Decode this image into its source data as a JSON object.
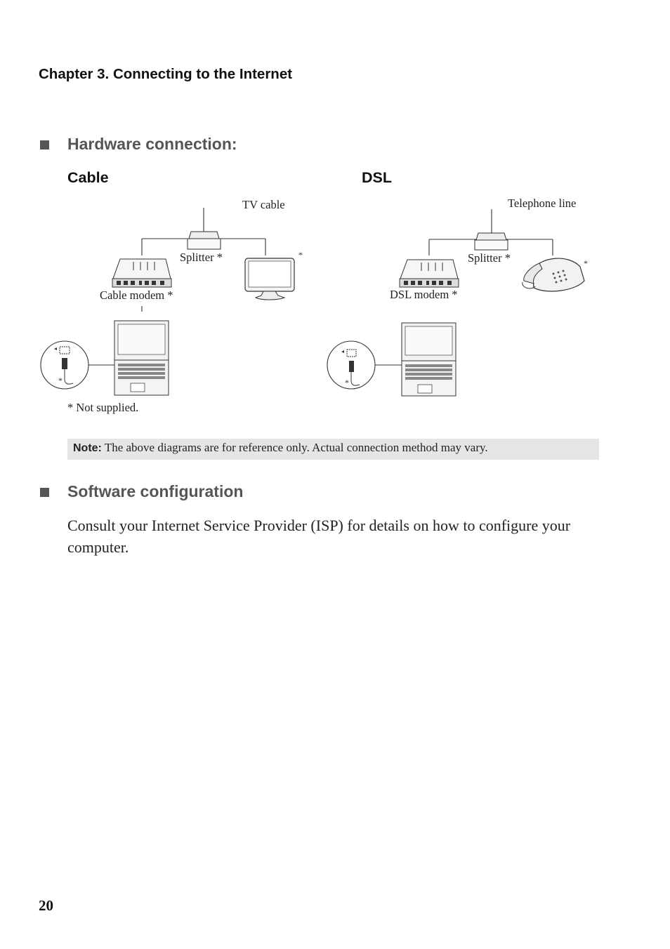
{
  "header": {
    "chapter_title": "Chapter 3. Connecting to the Internet"
  },
  "hardware": {
    "heading": "Hardware connection:",
    "cable": {
      "title": "Cable",
      "tv_cable_label": "TV cable",
      "splitter_label": "Splitter *",
      "modem_label": "Cable modem *",
      "tv_star": "*",
      "connector_star": "*"
    },
    "dsl": {
      "title": "DSL",
      "telephone_line_label": "Telephone line",
      "splitter_label": "Splitter *",
      "modem_label": "DSL modem *",
      "phone_star": "*",
      "connector_star": "*"
    },
    "footnote": "* Not supplied."
  },
  "note": {
    "label": "Note:",
    "text": " The above diagrams are for reference only. Actual connection method may vary."
  },
  "software": {
    "heading": "Software configuration",
    "body": "Consult your Internet Service Provider (ISP) for details on how to configure your computer."
  },
  "page_number": "20"
}
